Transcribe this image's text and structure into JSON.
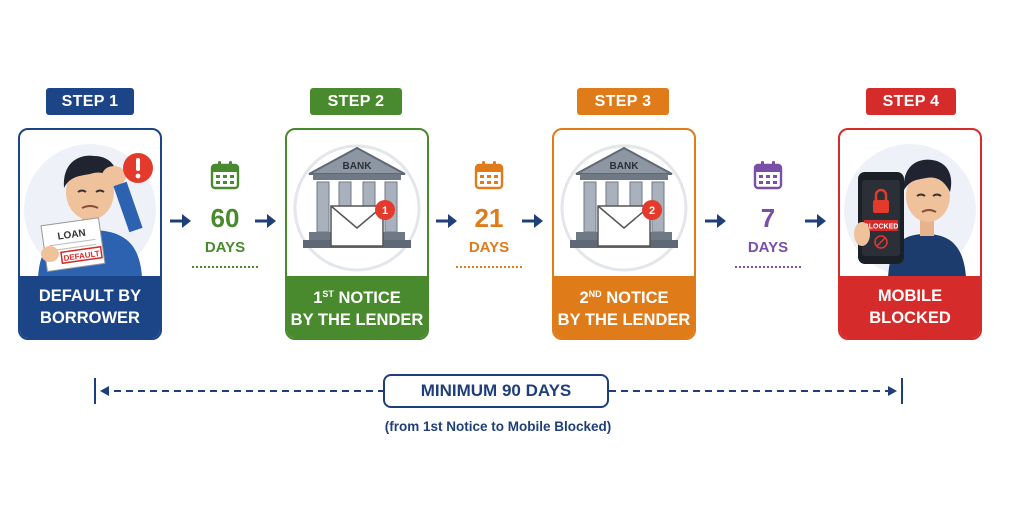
{
  "steps": [
    {
      "badge": "STEP 1",
      "line1": "DEFAULT BY",
      "line2": "BORROWER",
      "color": "#1c4587",
      "props": {
        "paper_title": "LOAN",
        "stamp": "DEFAULT"
      }
    },
    {
      "badge": "STEP 2",
      "line1_num": "1",
      "line1_sup": "ST",
      "line1_rest": " NOTICE",
      "line2": "BY THE LENDER",
      "color": "#4a8a2e",
      "props": {
        "bank_label": "BANK",
        "envelope_count": "1"
      }
    },
    {
      "badge": "STEP 3",
      "line1_num": "2",
      "line1_sup": "ND",
      "line1_rest": " NOTICE",
      "line2": "BY THE LENDER",
      "color": "#e07b1a",
      "props": {
        "bank_label": "BANK",
        "envelope_count": "2"
      }
    },
    {
      "badge": "STEP 4",
      "line1": "MOBILE",
      "line2": "BLOCKED",
      "color": "#d62b2b",
      "props": {
        "phone_text": "BLOCKED"
      }
    }
  ],
  "intervals": [
    {
      "value": "60",
      "unit": "DAYS",
      "color": "#4a8a2e"
    },
    {
      "value": "21",
      "unit": "DAYS",
      "color": "#e07b1a"
    },
    {
      "value": "7",
      "unit": "DAYS",
      "color": "#7a4fa8"
    }
  ],
  "total": {
    "label": "MINIMUM 90 DAYS",
    "note": "(from 1st Notice to Mobile Blocked)"
  },
  "colors": {
    "navy": "#1f3f7a"
  }
}
